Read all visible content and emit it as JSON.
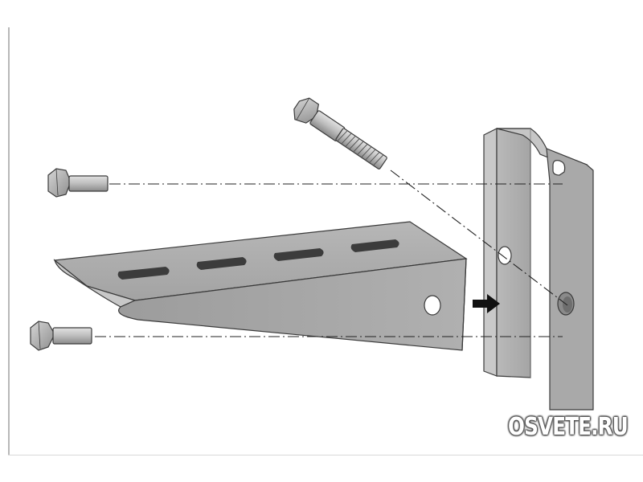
{
  "diagram": {
    "watermark": "OSVETE.RU",
    "colors": {
      "metal_light": "#bdbdbd",
      "metal_mid": "#a8a8a8",
      "metal_dark": "#8e8e8e",
      "outline": "#3a3a3a",
      "slot": "#3c3c3c",
      "arrow": "#111111"
    },
    "parts": [
      {
        "id": "wall-profile",
        "label": ""
      },
      {
        "id": "bracket",
        "label": ""
      },
      {
        "id": "bolt-top-left",
        "label": ""
      },
      {
        "id": "bolt-angled",
        "label": ""
      },
      {
        "id": "bolt-bottom-left",
        "label": ""
      }
    ]
  }
}
